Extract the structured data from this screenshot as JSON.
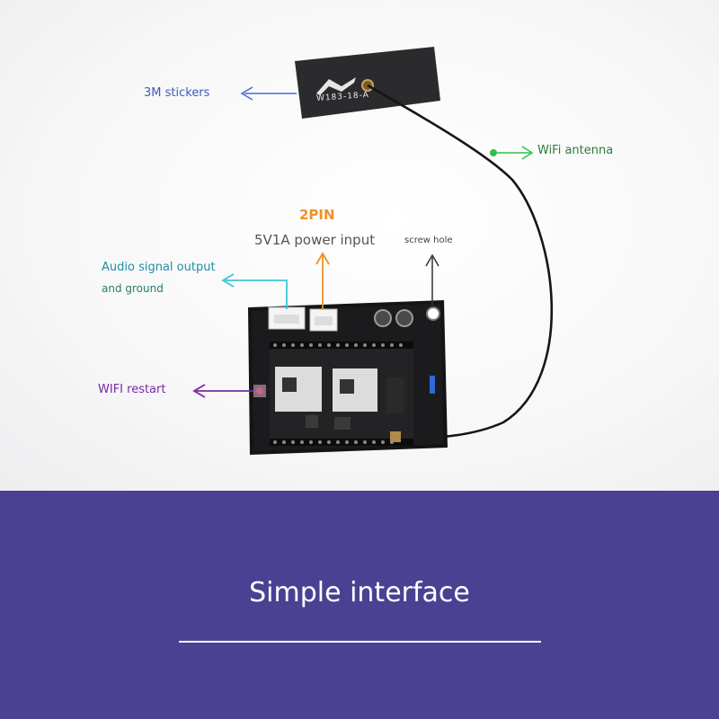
{
  "annotations": {
    "stickers": "3M stickers",
    "antenna": "WiFi antenna",
    "pin": "2PIN",
    "power": "5V1A power input",
    "screw": "screw hole",
    "audio_line1": "Audio signal output",
    "audio_line2": "and ground",
    "restart": "WIFI restart"
  },
  "sticker_label": "W183-18-A",
  "footer": {
    "title": "Simple interface"
  },
  "colors": {
    "footer_bg": "#4b4193",
    "stickers": "#3e5bbf",
    "antenna": "#2fbf4a",
    "power": "#f0902a",
    "audio": "#3cc6d6",
    "restart": "#7a2aa0",
    "screw": "#333333"
  }
}
